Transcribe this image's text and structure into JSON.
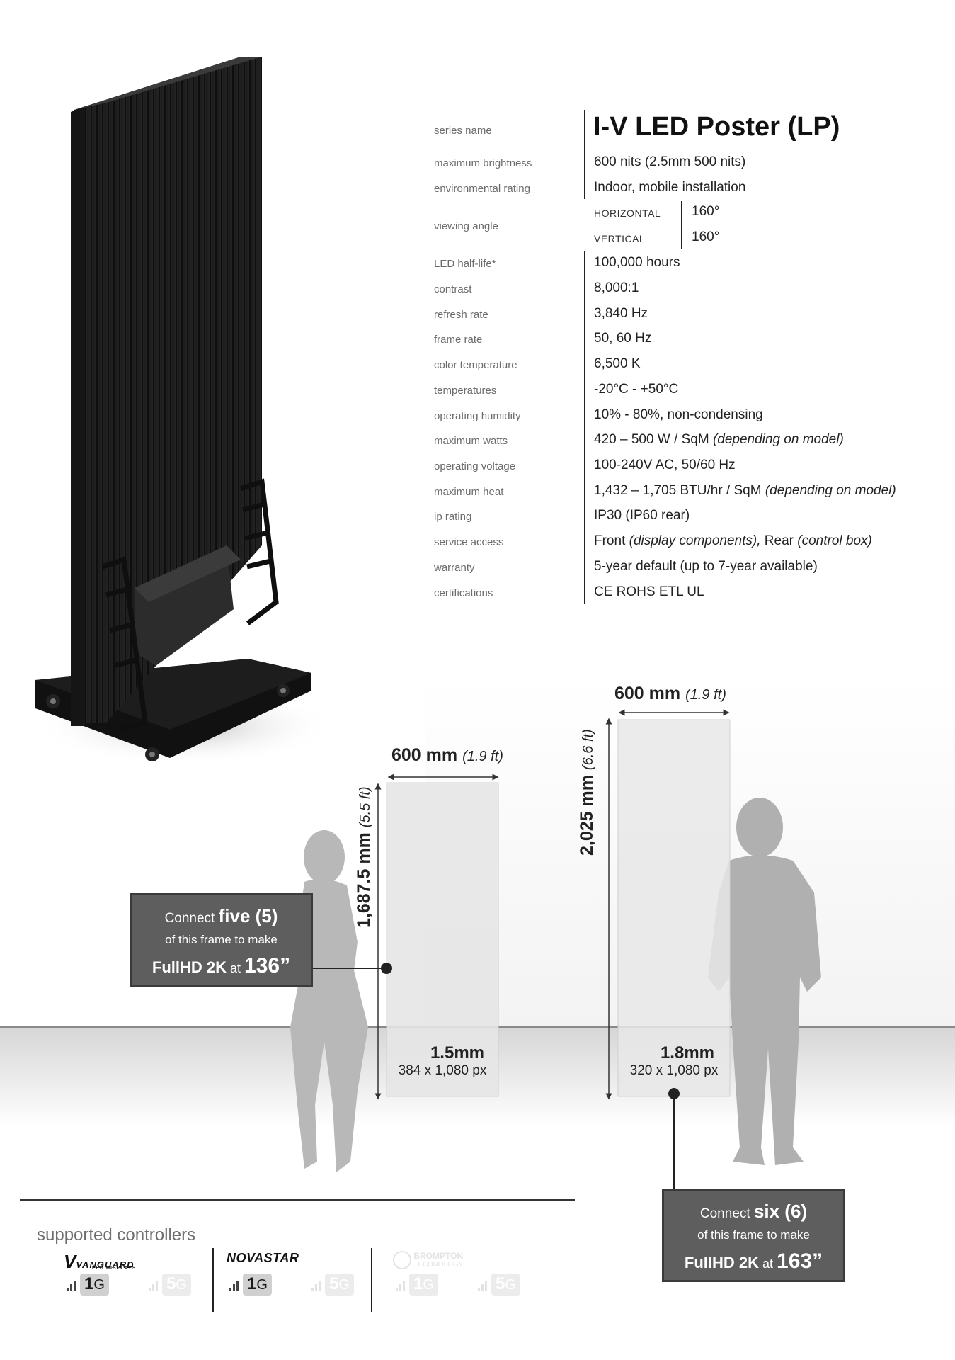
{
  "specs": {
    "title": "I-V LED Poster (LP)",
    "rows": [
      {
        "label": "series name"
      },
      {
        "label": "maximum brightness",
        "value": "600 nits (2.5mm 500 nits)"
      },
      {
        "label": "environmental rating",
        "value": "Indoor, mobile installation"
      },
      {
        "label": "viewing angle",
        "h_label": "HORIZONTAL",
        "h_value": "160°",
        "v_label": "VERTICAL",
        "v_value": "160°"
      },
      {
        "label": "LED half-life*",
        "value": "100,000 hours"
      },
      {
        "label": "contrast",
        "value": "8,000:1"
      },
      {
        "label": "refresh rate",
        "value": "3,840 Hz"
      },
      {
        "label": "frame rate",
        "value": "50, 60 Hz"
      },
      {
        "label": "color temperature",
        "value": "6,500 K"
      },
      {
        "label": "temperatures",
        "value": "-20°C - +50°C"
      },
      {
        "label": "operating humidity",
        "value": "10% - 80%, non-condensing"
      },
      {
        "label": "maximum watts",
        "value": "420 – 500 W / SqM",
        "note": "(depending on model)"
      },
      {
        "label": "operating voltage",
        "value": "100-240V AC, 50/60 Hz"
      },
      {
        "label": "maximum heat",
        "value": "1,432 – 1,705 BTU/hr / SqM",
        "note": "(depending on model)"
      },
      {
        "label": "ip rating",
        "value": "IP30 (IP60 rear)"
      },
      {
        "label": "service access",
        "value": "Front ",
        "note": "(display components),",
        "value2": " Rear ",
        "note2": "(control box)"
      },
      {
        "label": "warranty",
        "value": "5-year default (up to 7-year available)"
      },
      {
        "label": "certifications",
        "value": "CE ROHS ETL UL"
      }
    ]
  },
  "diagram": {
    "small": {
      "width": "600 mm",
      "width_ft": "(1.9 ft)",
      "height": "1,687.5 mm",
      "height_ft": "(5.5 ft)",
      "pitch": "1.5mm",
      "resolution": "384 x 1,080 px",
      "callout": {
        "pre": "Connect ",
        "count": "five (5)",
        "line2": "of this frame to make",
        "product": "FullHD 2K",
        "at": " at ",
        "size": "136”"
      }
    },
    "large": {
      "width": "600 mm",
      "width_ft": "(1.9 ft)",
      "height": "2,025 mm",
      "height_ft": "(6.6 ft)",
      "pitch": "1.8mm",
      "resolution": "320 x 1,080 px",
      "callout": {
        "pre": "Connect ",
        "count": "six (6)",
        "line2": "of this frame to make",
        "product": "FullHD 2K",
        "at": " at ",
        "size": "163”"
      }
    }
  },
  "controllers": {
    "title": "supported controllers",
    "items": [
      {
        "name": "VANGUARD",
        "sub": "LED DISPLAYS",
        "g1": "1",
        "g5": "5",
        "g_unit": "G",
        "enabled": true
      },
      {
        "name": "NOVASTAR",
        "g1": "1",
        "g5": "5",
        "g_unit": "G",
        "enabled": true
      },
      {
        "name": "BROMPTON",
        "sub": "TECHNOLOGY",
        "g1": "1",
        "g5": "5",
        "g_unit": "G",
        "enabled": false
      }
    ]
  }
}
